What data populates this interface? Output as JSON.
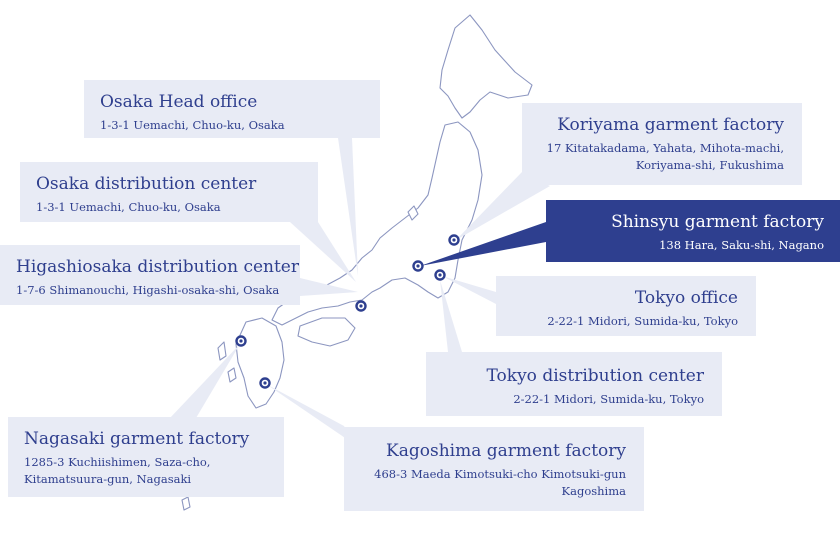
{
  "colors": {
    "card_bg": "#e8ebf5",
    "card_text": "#2f3f8e",
    "highlight_bg": "#2e3f8f",
    "highlight_text": "#ffffff",
    "map_stroke": "#8c96c0"
  },
  "locations": {
    "osaka_head": {
      "name": "Osaka Head office",
      "address": "1-3-1 Uemachi, Chuo-ku, Osaka"
    },
    "osaka_dist": {
      "name": "Osaka distribution center",
      "address": "1-3-1 Uemachi, Chuo-ku, Osaka"
    },
    "higashiosaka_dist": {
      "name": "Higashiosaka distribution center",
      "address": "1-7-6 Shimanouchi, Higashi-osaka-shi, Osaka"
    },
    "nagasaki_factory": {
      "name": "Nagasaki garment factory",
      "address_line1": "1285-3 Kuchiishimen, Saza-cho,",
      "address_line2": "Kitamatsuura-gun, Nagasaki"
    },
    "koriyama_factory": {
      "name": "Koriyama garment factory",
      "address_line1": "17 Kitatakadama, Yahata, Mihota-machi,",
      "address_line2": "Koriyama-shi, Fukushima"
    },
    "shinsyu_factory": {
      "name": "Shinsyu garment factory",
      "address": "138 Hara, Saku-shi, Nagano"
    },
    "tokyo_office": {
      "name": "Tokyo office",
      "address": "2-22-1 Midori, Sumida-ku, Tokyo"
    },
    "tokyo_dist": {
      "name": "Tokyo distribution center",
      "address": "2-22-1 Midori, Sumida-ku, Tokyo"
    },
    "kagoshima_factory": {
      "name": "Kagoshima garment factory",
      "address_line1": "468-3 Maeda Kimotsuki-cho Kimotsuki-gun",
      "address_line2": "Kagoshima"
    }
  }
}
